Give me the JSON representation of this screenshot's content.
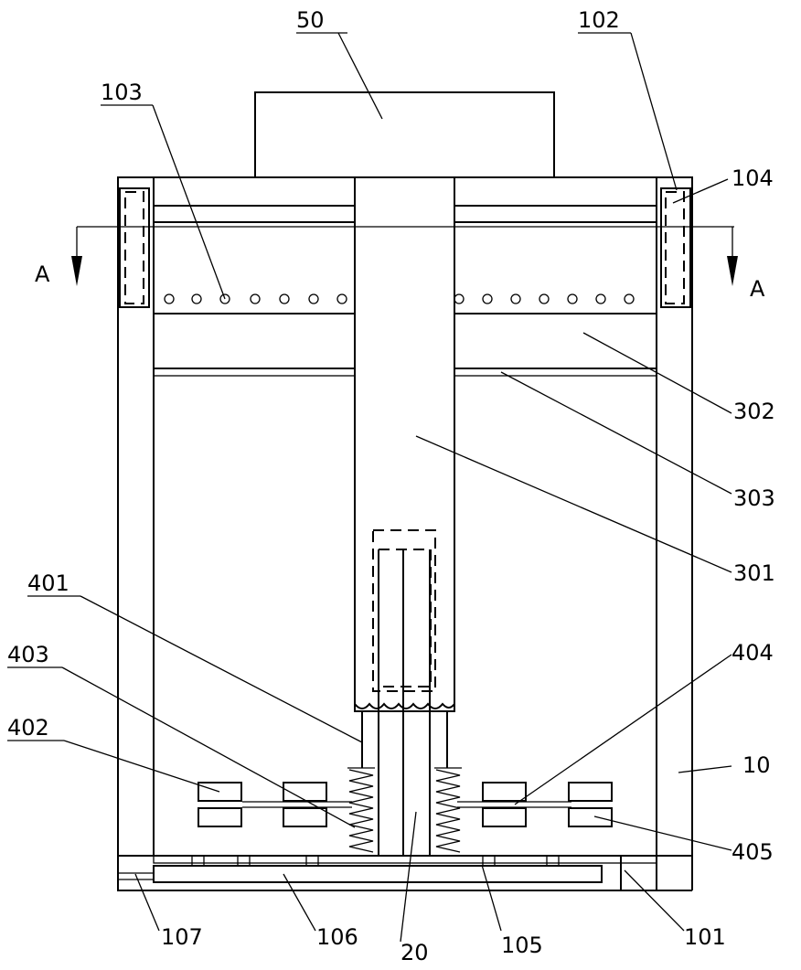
{
  "labels": {
    "cover_unit": "50",
    "retaining_part": "102",
    "air_holes": "103",
    "rod_part": "104",
    "section_left": "A",
    "section_right": "A",
    "top_plate": "302",
    "mesh_layer": "303",
    "press_column": "301",
    "spring_sleeve": "401",
    "spring": "403",
    "weight_block": "402",
    "connecting_rod": "404",
    "container_wall": "10",
    "outer_block": "405",
    "base_rail": "107",
    "drawer": "106",
    "center_shaft": "20",
    "bottom_plate": "105",
    "support_step": "101"
  },
  "colors": {
    "line": "#000000",
    "background": "#ffffff"
  }
}
